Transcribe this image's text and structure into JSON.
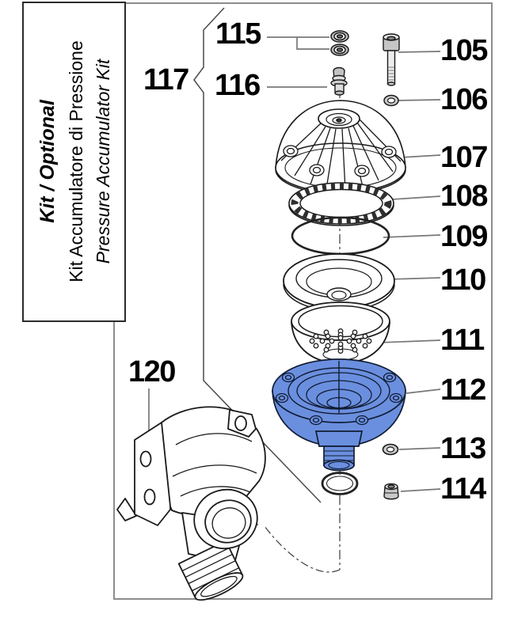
{
  "kit_box": {
    "title": "Kit / Optional",
    "subtitle_it": "Kit Accumulatore di Pressione",
    "subtitle_en": "Pressure Accumulator Kit"
  },
  "part_labels": {
    "n105": "105",
    "n106": "106",
    "n107": "107",
    "n108": "108",
    "n109": "109",
    "n110": "110",
    "n111": "111",
    "n112": "112",
    "n113": "113",
    "n114": "114",
    "n115": "115",
    "n116": "116",
    "n117": "117",
    "n120": "120"
  },
  "colors": {
    "accumulator_body_blue": "#6b8fdf",
    "line_ink": "#1a1a1a",
    "leader_gray": "#787878",
    "frame_gray": "#8c8c8c"
  }
}
